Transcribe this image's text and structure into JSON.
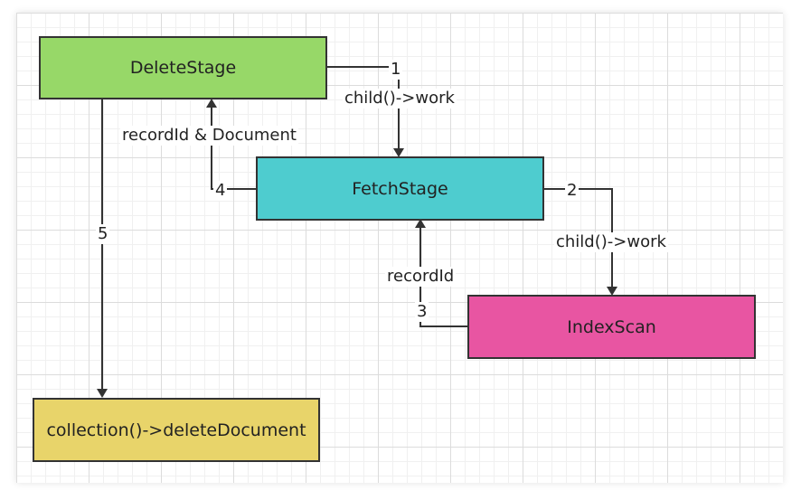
{
  "colors": {
    "delete_stage": "#97d868",
    "fetch_stage": "#4ecccf",
    "index_scan": "#e855a2",
    "delete_document": "#e8d46a",
    "edge": "#333333"
  },
  "nodes": {
    "delete_stage": "DeleteStage",
    "fetch_stage": "FetchStage",
    "index_scan": "IndexScan",
    "delete_document": "collection()->deleteDocument"
  },
  "edges": {
    "e1": {
      "step": "1",
      "label": "child()->work"
    },
    "e2": {
      "step": "2",
      "label": "child()->work"
    },
    "e3": {
      "step": "3",
      "label": "recordId"
    },
    "e4": {
      "step": "4",
      "label": "recordId & Document"
    },
    "e5": {
      "step": "5"
    }
  }
}
